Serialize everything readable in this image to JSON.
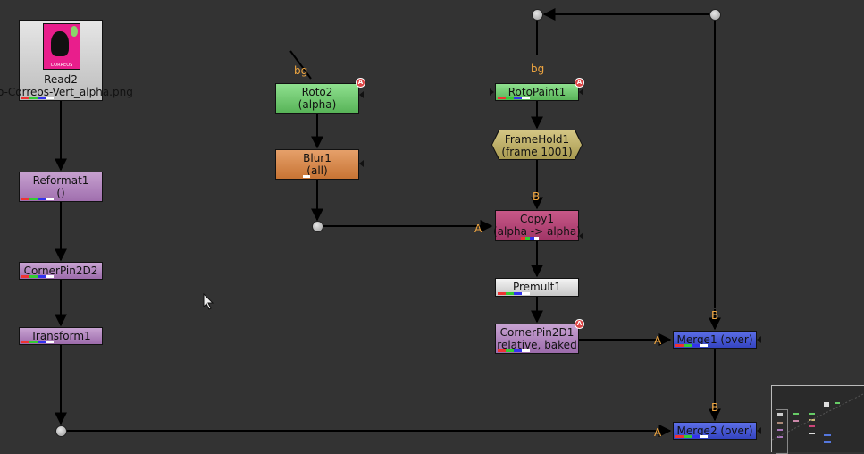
{
  "nodes": {
    "read2": {
      "title": "Read2",
      "subtitle": "o-Correos-Vert_alpha.png",
      "logo_text": "CORREOS"
    },
    "roto2": {
      "title": "Roto2",
      "subtitle": "(alpha)",
      "input_label": "bg"
    },
    "blur1": {
      "title": "Blur1",
      "subtitle": "(all)"
    },
    "reformat1": {
      "title": "Reformat1",
      "subtitle": "()"
    },
    "cornerpin2d2": {
      "title": "CornerPin2D2"
    },
    "transform1": {
      "title": "Transform1"
    },
    "rotopaint1": {
      "title": "RotoPaint1",
      "input_label": "bg"
    },
    "framehold1": {
      "title": "FrameHold1",
      "subtitle": "(frame 1001)"
    },
    "copy1": {
      "title": "Copy1",
      "subtitle": "(alpha -> alpha)",
      "input_a": "A",
      "input_b": "B"
    },
    "premult1": {
      "title": "Premult1"
    },
    "cornerpin2d1": {
      "title": "CornerPin2D1",
      "subtitle": "relative, baked"
    },
    "merge1": {
      "title": "Merge1 (over)",
      "input_a": "A",
      "input_b": "B"
    },
    "merge2": {
      "title": "Merge2 (over)",
      "input_a": "A",
      "input_b": "B"
    }
  },
  "badge_letter": "A",
  "colors": {
    "background": "#333333",
    "wire": "#000000",
    "input_label": "#f0a640",
    "read": "#cfcfcf",
    "roto": "#6fcc6f",
    "blur": "#d98b4f",
    "transform": "#b48ac0",
    "copy": "#b8467a",
    "framehold": "#c2b46a",
    "premult": "#dddddd",
    "merge": "#4858d8"
  }
}
